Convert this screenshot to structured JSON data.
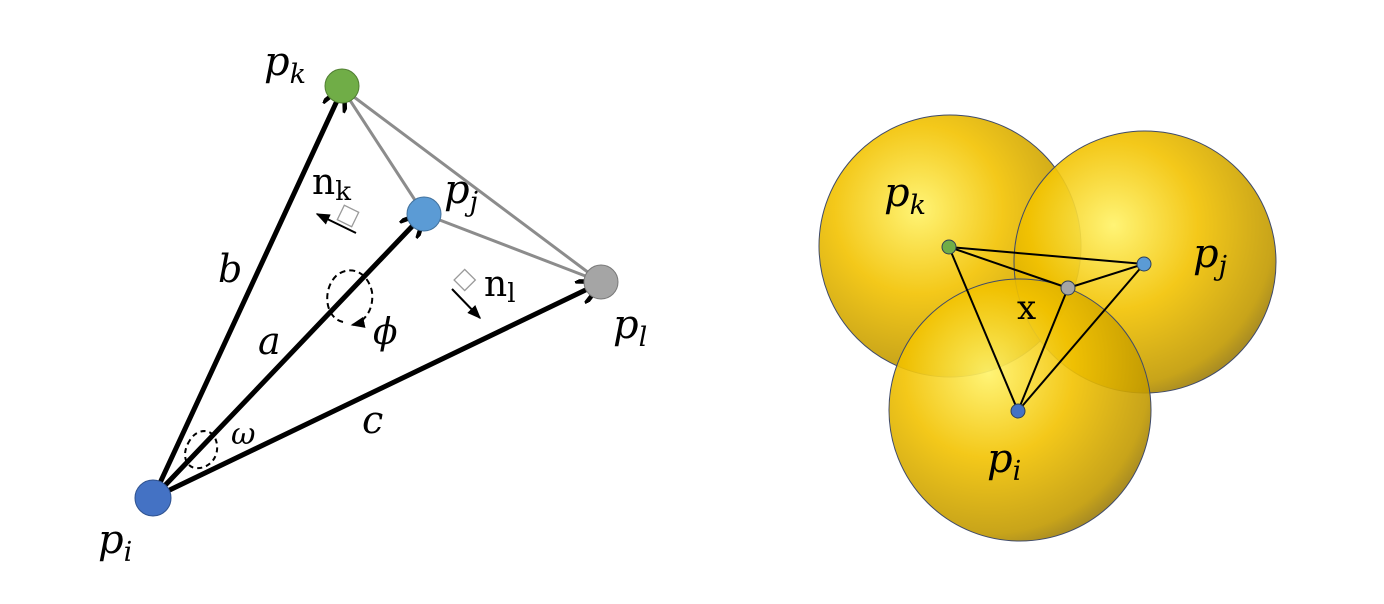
{
  "left_diagram": {
    "points": {
      "pi": {
        "base": "p",
        "sub": "i",
        "color": "#4472c4"
      },
      "pj": {
        "base": "p",
        "sub": "j",
        "color": "#5b9bd5"
      },
      "pk": {
        "base": "p",
        "sub": "k",
        "color": "#70ad47"
      },
      "pl": {
        "base": "p",
        "sub": "l",
        "color": "#a5a5a5"
      }
    },
    "vectors": {
      "a": "a",
      "b": "b",
      "c": "c"
    },
    "angles": {
      "omega": "ω",
      "phi": "ϕ"
    },
    "normals": {
      "nk": {
        "base": "n",
        "sub": "k"
      },
      "nl": {
        "base": "n",
        "sub": "l"
      }
    }
  },
  "right_diagram": {
    "points": {
      "pi": {
        "base": "p",
        "sub": "i",
        "color": "#4472c4"
      },
      "pj": {
        "base": "p",
        "sub": "j",
        "color": "#5b9bd5"
      },
      "pk": {
        "base": "p",
        "sub": "k",
        "color": "#70ad47"
      },
      "x": {
        "label": "x",
        "color": "#a5a5a5"
      }
    },
    "sphere_color": "#f2c200"
  }
}
